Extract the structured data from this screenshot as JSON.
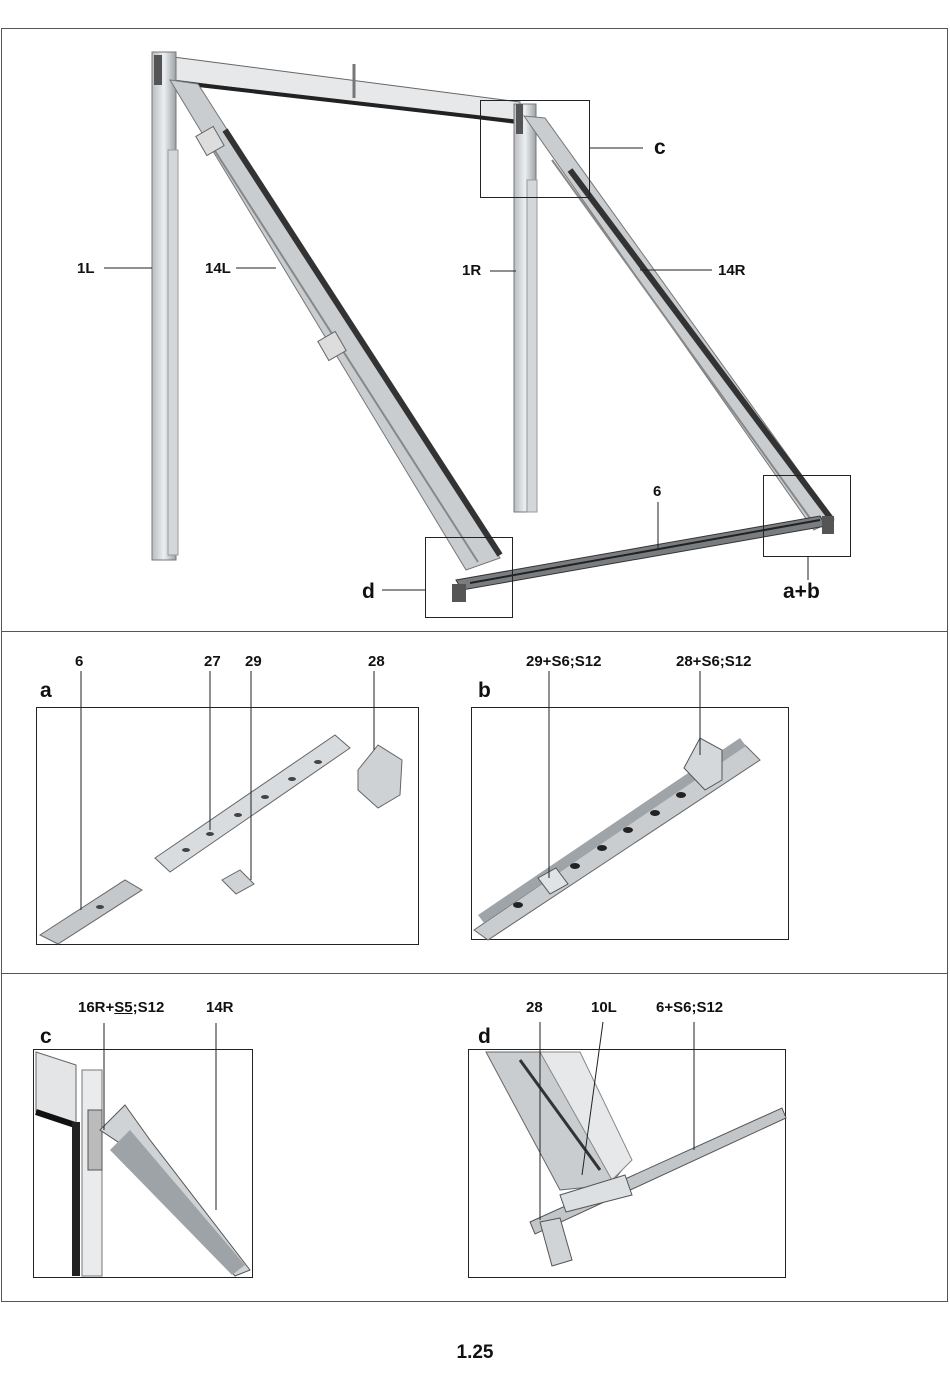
{
  "overview": {
    "labels": {
      "l1L": "1L",
      "l14L": "14L",
      "l1R": "1R",
      "l14R": "14R",
      "l6": "6",
      "lc": "c",
      "ld": "d",
      "lab": "a+b"
    }
  },
  "panel_a": {
    "letter": "a",
    "callouts": [
      "6",
      "27",
      "29",
      "28"
    ]
  },
  "panel_b": {
    "letter": "b",
    "callouts": [
      "29+S6;S12",
      "28+S6;S12"
    ]
  },
  "panel_c": {
    "letter": "c",
    "callout_1_prefix": "16R+",
    "callout_1_underlined": "S5",
    "callout_1_suffix": ";S12",
    "callout_2": "14R"
  },
  "panel_d": {
    "letter": "d",
    "callouts": [
      "28",
      "10L",
      "6+S6;S12"
    ]
  },
  "page_number": "1.25",
  "colors": {
    "frame": "#555555",
    "line": "#222222",
    "metal": "#cfd3d6",
    "dark_metal": "#3a3a3a"
  }
}
